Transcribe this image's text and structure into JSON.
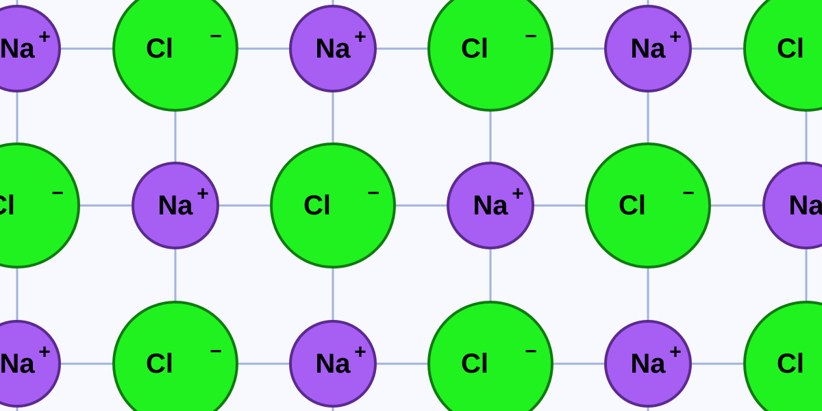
{
  "diagram": {
    "colors": {
      "background": "#f8f9fe",
      "bond": "#9fb3df",
      "na_fill": "#a65ef3",
      "na_stroke": "#5b2a8f",
      "cl_fill": "#1ff21f",
      "cl_stroke": "#107a10"
    },
    "ion_types": {
      "na": {
        "symbol": "Na",
        "charge": "+"
      },
      "cl": {
        "symbol": "Cl",
        "charge": "−"
      }
    },
    "rows": [
      [
        "na",
        "cl",
        "na",
        "cl",
        "na",
        "cl"
      ],
      [
        "cl",
        "na",
        "cl",
        "na",
        "cl",
        "na"
      ],
      [
        "na",
        "cl",
        "na",
        "cl",
        "na",
        "cl"
      ]
    ]
  }
}
